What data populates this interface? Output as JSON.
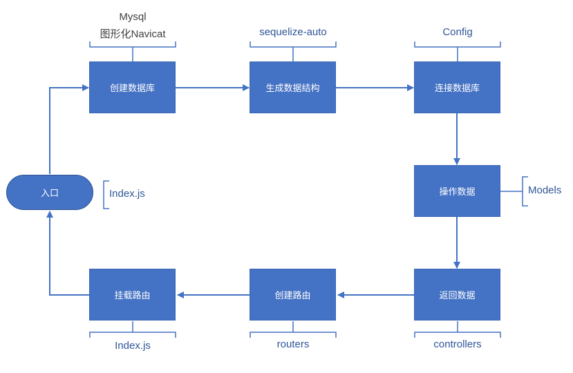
{
  "nodes": {
    "create_db": "创建数据库",
    "gen_structure": "生成数据结构",
    "connect_db": "连接数据库",
    "operate_data": "操作数据",
    "return_data": "返回数据",
    "create_route": "创建路由",
    "mount_route": "挂载路由",
    "entry": "入口"
  },
  "annotations": {
    "create_db_line1": "Mysql",
    "create_db_line2": "图形化Navicat",
    "gen_structure": "sequelize-auto",
    "connect_db": "Config",
    "operate_data": "Models",
    "return_data": "controllers",
    "create_route": "routers",
    "mount_route": "Index.js",
    "entry": "Index.js"
  },
  "colors": {
    "box_fill": "#4472C4",
    "arrow": "#4472C4",
    "bracket": "#4472C4",
    "annotation_text": "#2f5597"
  }
}
